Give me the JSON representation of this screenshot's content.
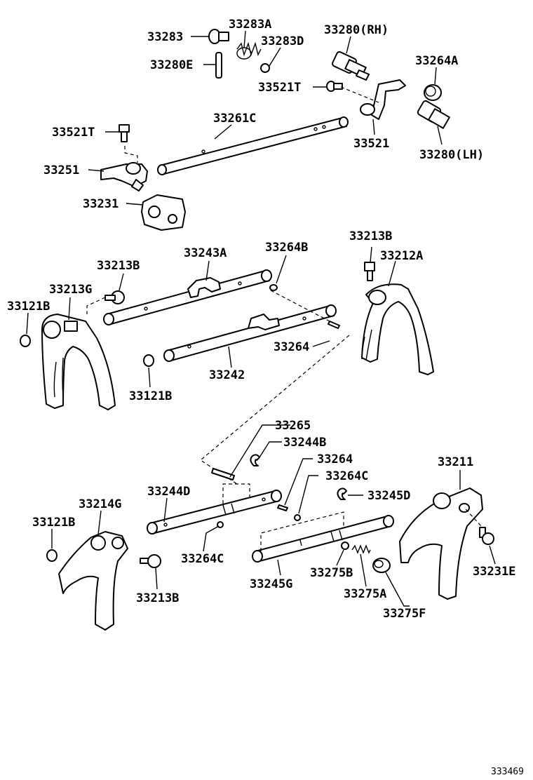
{
  "labels": {
    "p33283": "33283",
    "p33283A": "33283A",
    "p33283D": "33283D",
    "p33280E": "33280E",
    "p33280RH": "33280(RH)",
    "p33264A": "33264A",
    "p33521T_a": "33521T",
    "p33261C": "33261C",
    "p33521": "33521",
    "p33280LH": "33280(LH)",
    "p33521T_b": "33521T",
    "p33251": "33251",
    "p33231": "33231",
    "p33213B_a": "33213B",
    "p33212A": "33212A",
    "p33243A": "33243A",
    "p33264B_a": "33264B",
    "p33213B_b": "33213B",
    "p33213G": "33213G",
    "p33121B_a": "33121B",
    "p33264_a": "33264",
    "p33242": "33242",
    "p33121B_b": "33121B",
    "p33265": "33265",
    "p33244B": "33244B",
    "p33264_b": "33264",
    "p33211": "33211",
    "p33264C_a": "33264C",
    "p33244D": "33244D",
    "p33245D": "33245D",
    "p33214G": "33214G",
    "p33121B_c": "33121B",
    "p33264C_b": "33264C",
    "p33231E": "33231E",
    "p33275B": "33275B",
    "p33245G": "33245G",
    "p33213B_c": "33213B",
    "p33275A": "33275A",
    "p33275F": "33275F"
  },
  "diagram_id": "333469"
}
